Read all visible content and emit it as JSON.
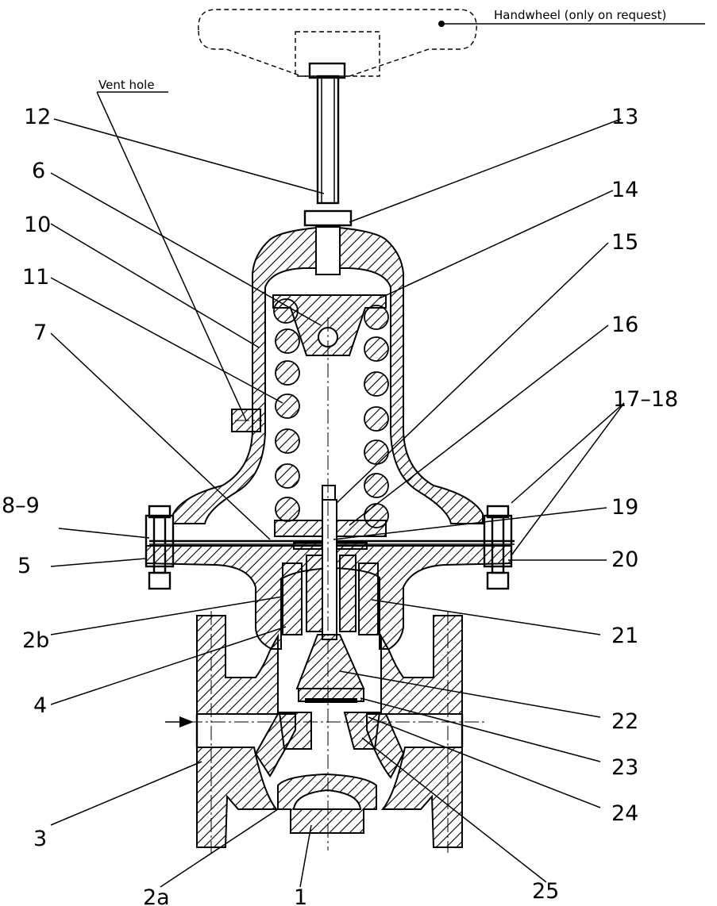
{
  "notes": {
    "handwheel": "Handwheel (only on request)",
    "vent_hole": "Vent hole"
  },
  "labels": {
    "l1": "1",
    "l2a": "2a",
    "l2b": "2b",
    "l3": "3",
    "l4": "4",
    "l5": "5",
    "l6": "6",
    "l7": "7",
    "l8_9": "8–9",
    "l10": "10",
    "l11": "11",
    "l12": "12",
    "l13": "13",
    "l14": "14",
    "l15": "15",
    "l16": "16",
    "l17_18": "17–18",
    "l19": "19",
    "l20": "20",
    "l21": "21",
    "l22": "22",
    "l23": "23",
    "l24": "24",
    "l25": "25"
  },
  "colors": {
    "line": "#000000",
    "background": "#ffffff"
  }
}
